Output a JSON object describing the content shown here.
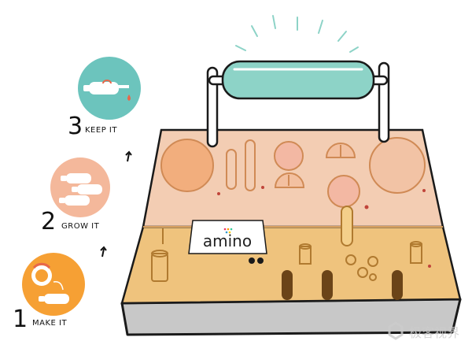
{
  "steps": [
    {
      "number": "1",
      "label": "MAKE IT",
      "color": "#f6a034"
    },
    {
      "number": "2",
      "label": "GROW IT",
      "color": "#f4b89b"
    },
    {
      "number": "3",
      "label": "KEEP IT",
      "color": "#6cc4bd"
    }
  ],
  "device": {
    "brand": "amino"
  },
  "watermark": "极客视界",
  "colors": {
    "top_upper": "#f3cdb3",
    "top_lower": "#efc37d",
    "front": "#c8c8c8",
    "roller": "#8dd3c7",
    "outline": "#1a1a1a"
  }
}
